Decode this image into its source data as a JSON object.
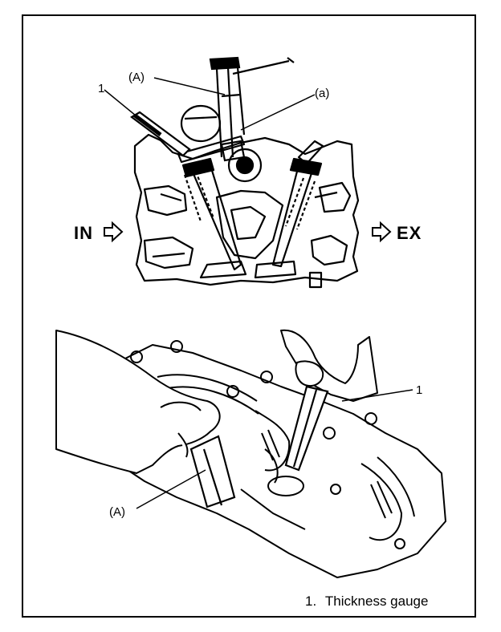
{
  "top_figure": {
    "label_A": "(A)",
    "label_a": "(a)",
    "label_1": "1",
    "label_in": "IN",
    "label_ex": "EX"
  },
  "bottom_figure": {
    "label_1": "1",
    "label_A": "(A)"
  },
  "caption": {
    "number": "1.",
    "text": "Thickness gauge"
  }
}
